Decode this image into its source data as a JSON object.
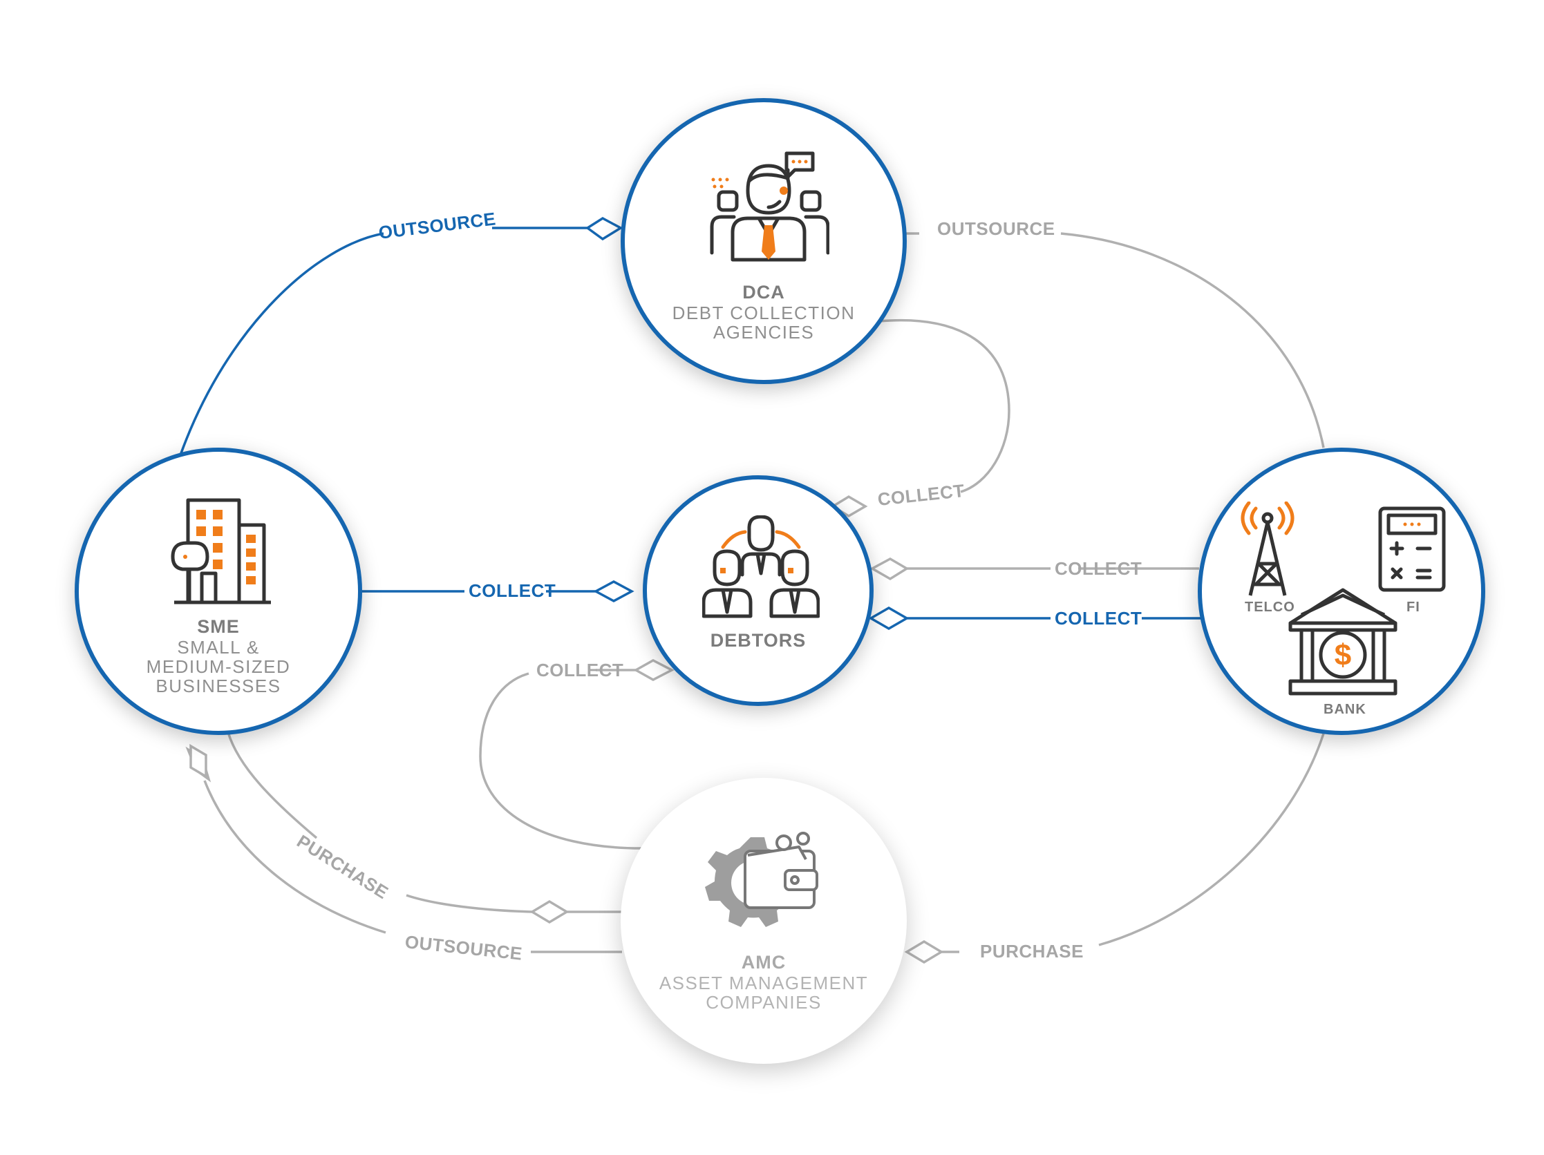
{
  "nodes": {
    "dca": {
      "abbr": "DCA",
      "full": "DEBT COLLECTION\nAGENCIES"
    },
    "sme": {
      "abbr": "SME",
      "full": "SMALL &\nMEDIUM-SIZED\nBUSINESSES"
    },
    "debtors": {
      "abbr": "DEBTORS"
    },
    "creditors": {
      "telco": "TELCO",
      "fi": "FI",
      "bank": "BANK"
    },
    "amc": {
      "abbr": "AMC",
      "full": "ASSET MANAGEMENT\nCOMPANIES"
    }
  },
  "edges": {
    "sme_dca": "OUTSOURCE",
    "dca_creditors": "OUTSOURCE",
    "dca_debtors": "COLLECT",
    "sme_debtors": "COLLECT",
    "creditors_debtors_grey": "COLLECT",
    "creditors_debtors_blue": "COLLECT",
    "amc_debtors": "COLLECT",
    "amc_sme_purchase": "PURCHASE",
    "amc_sme_outsource": "OUTSOURCE",
    "creditors_amc": "PURCHASE"
  },
  "colors": {
    "primary_blue": "#1566b0",
    "inactive_grey": "#b0b0b0",
    "icon_orange": "#f07d1a",
    "icon_dark": "#333333"
  }
}
